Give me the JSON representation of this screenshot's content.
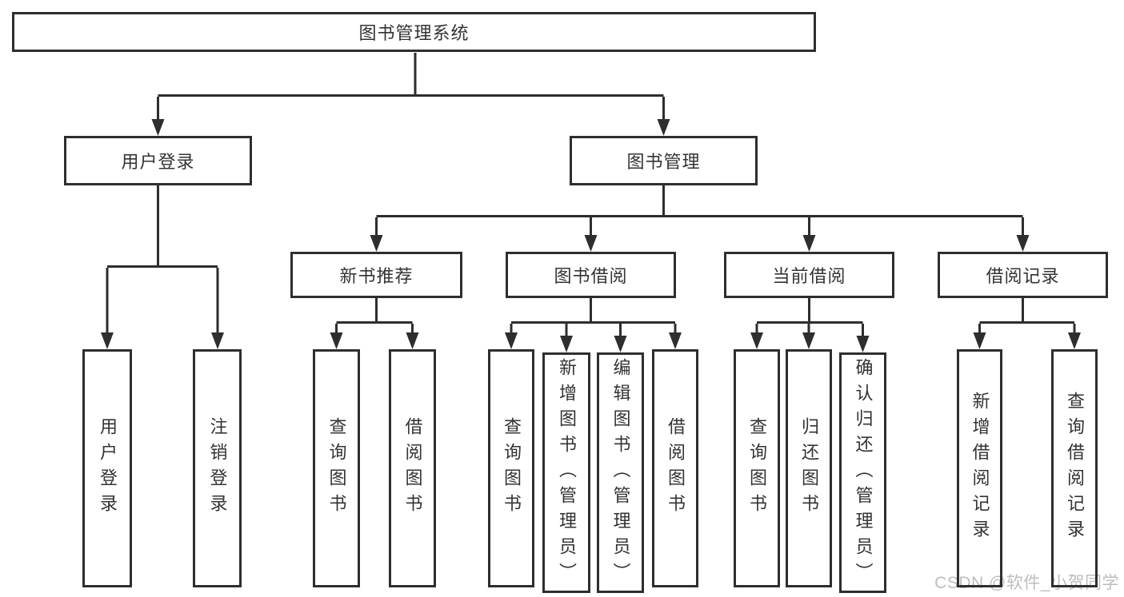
{
  "diagram": {
    "type": "hierarchy-tree",
    "colors": {
      "line": "#2e2e2e",
      "text": "#333333",
      "bg": "#ffffff",
      "watermark": "#bdbdbd"
    },
    "root": {
      "label": "图书管理系统"
    },
    "level2": [
      {
        "id": "user-login",
        "label": "用户登录"
      },
      {
        "id": "book-management",
        "label": "图书管理"
      }
    ],
    "level3": [
      {
        "id": "new-book-recommend",
        "label": "新书推荐",
        "parent": "图书管理"
      },
      {
        "id": "book-borrow",
        "label": "图书借阅",
        "parent": "图书管理"
      },
      {
        "id": "current-borrow",
        "label": "当前借阅",
        "parent": "图书管理"
      },
      {
        "id": "borrow-records",
        "label": "借阅记录",
        "parent": "图书管理"
      }
    ],
    "leaves": {
      "user_login": [
        {
          "label": "用户登录"
        },
        {
          "label": "注销登录"
        }
      ],
      "new_book_recommend": [
        {
          "label": "查询图书"
        },
        {
          "label": "借阅图书"
        }
      ],
      "book_borrow": [
        {
          "label": "查询图书"
        },
        {
          "label": "新增图书（管理员）"
        },
        {
          "label": "编辑图书（管理员）"
        },
        {
          "label": "借阅图书"
        }
      ],
      "current_borrow": [
        {
          "label": "查询图书"
        },
        {
          "label": "归还图书"
        },
        {
          "label": "确认归还（管理员）"
        }
      ],
      "borrow_records": [
        {
          "label": "新增借阅记录"
        },
        {
          "label": "查询借阅记录"
        }
      ]
    },
    "watermark": "CSDN @软件_小贺同学"
  }
}
